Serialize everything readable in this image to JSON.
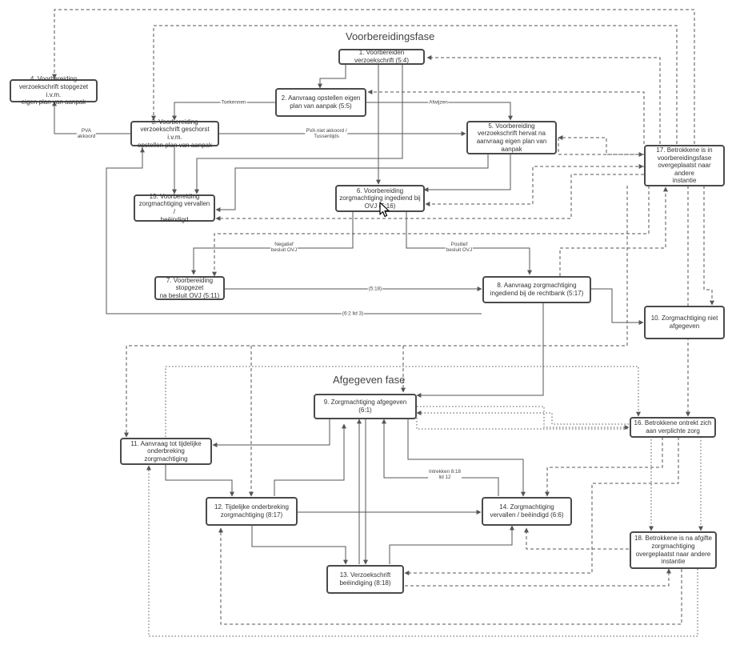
{
  "phases": {
    "preparation": "Voorbereidingsfase",
    "issued": "Afgegeven fase"
  },
  "nodes": {
    "n1": "1. Voorbereiden\nverzoekschrift (5:4)",
    "n2": "2. Aanvraag opstellen eigen\nplan van aanpak (5:5)",
    "n3": "3. Voorbereiding\nverzoekschrift geschorst i.v.m.\nopstellen plan van aanpak",
    "n4": "4. Voorbereiding\nverzoekschrift stopgezet i.v.m.\neigen plan van aanpak",
    "n5": "5. Voorbereiding\nverzoekschrift hervat na\naanvraag eigen plan van\naanpak",
    "n6": "6. Voorbereiding\nzorgmachtiging ingediend bij\nOVJ (5:16)",
    "n7": "7. Voorbereiding stopgezet\nna besluit OVJ (5:11)",
    "n8": "8. Aanvraag zorgmachtiging\ningediend bij de rechtbank (5:17)",
    "n9": "9. Zorgmachtiging afgegeven\n(6:1)",
    "n10": "10. Zorgmachtiging niet\nafgegeven",
    "n11": "11. Aanvraag tot tijdelijke\nonderbreking\nzorgmachtiging",
    "n12": "12. Tijdelijke onderbreking\nzorgmachtiging (8:17)",
    "n13": "13. Verzoekschrift\nbeëindiging (8:18)",
    "n14": "14. Zorgmachtiging\nvervallen / beëindigd (6:6)",
    "n15": "15. Voorbereiding\nzorgmachtiging vervallen /\nbeëindigd",
    "n16": "16. Betrokkene ontrekt zich\naan verplichte zorg",
    "n17": "17. Betrokkene is in\nvoorbereidingsfase\novergeplaatst naar andere\ninstantie",
    "n18": "18. Betrokkene is na afgifte\nzorgmachtiging\novergeplaatst naar andere\ninstantie"
  },
  "edge_labels": {
    "toekennen": "Toekennen",
    "afwijzen": "Afwijzen",
    "pva_akkoord": "PVA\nakkoord",
    "pva_niet_akkoord": "PVA niet akkoord /\nTussentijds",
    "negatief": "Negatief\nbesluit OVJ",
    "positief": "Positief\nbesluit OVJ",
    "art_518": "(5:18)",
    "art_62": "(6:2 lid 3)",
    "intrekken": "Intrekken 8:18\nlid 12"
  }
}
